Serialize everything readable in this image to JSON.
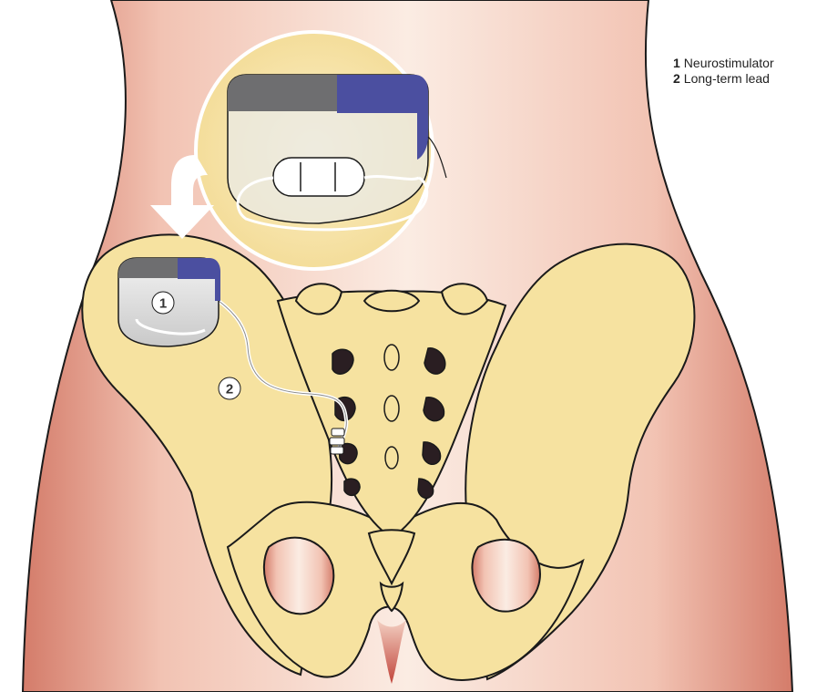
{
  "legend": {
    "items": [
      {
        "number": "1",
        "label": "Neurostimulator"
      },
      {
        "number": "2",
        "label": "Long-term lead"
      }
    ]
  },
  "callouts": {
    "device": "1",
    "lead": "2"
  },
  "colors": {
    "skin_light": "#f8e4d8",
    "skin_dark": "#d98a78",
    "bone_fill": "#f6e2a0",
    "outline": "#1a1a1a",
    "device_grey": "#6e6e70",
    "device_blue": "#4b4fa0",
    "sacral_foramen": "#2a1e22"
  },
  "icons": {
    "arrow": "down-curved-arrow-icon"
  }
}
